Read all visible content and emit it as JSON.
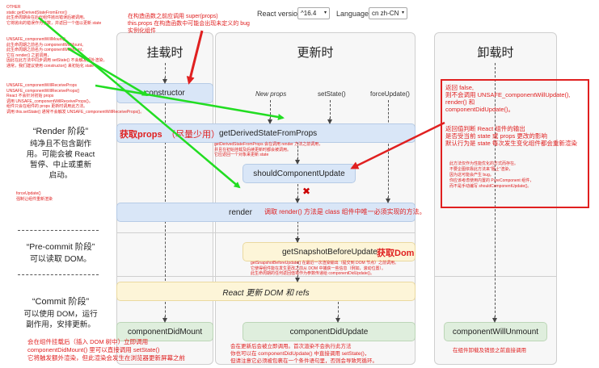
{
  "toolbar": {
    "version_label": "React version",
    "version_value": "^16.4",
    "language_label": "Language",
    "language_value": "cn zh-CN"
  },
  "columns": {
    "mount": "挂载时",
    "update": "更新时",
    "unmount": "卸载时"
  },
  "triggers": {
    "new_props": "New props",
    "set_state": "setState()",
    "force_update": "forceUpdate()"
  },
  "nodes": {
    "constructor": "constructor",
    "get_derived": "getDerivedStateFromProps",
    "should_update": "shouldComponentUpdate",
    "render": "render",
    "get_snapshot": "getSnapshotBeforeUpdate",
    "update_dom": "React 更新 DOM 和 refs",
    "did_mount": "componentDidMount",
    "did_update": "componentDidUpdate",
    "will_unmount": "componentWillUnmount"
  },
  "phases": {
    "render_title": "“Render 阶段”",
    "render_desc": "纯净且不包含副作\n用。可能会被 React\n暂停、中止或重新\n启动。",
    "precommit_title": "“Pre-commit 阶段”",
    "precommit_desc": "可以读取 DOM。",
    "commit_title": "“Commit 阶段”",
    "commit_desc": "可以使用 DOM，运行\n副作用，安排更新。"
  },
  "annotations": {
    "other": "OTHER\nstatic getDerivedStateFromError()\n此生命周期会在后代组件抛出错误后被调用。\n它将抛出的错误作为参数，并返回一个值以更新 state",
    "will_mount": "UNSAFE_componentWillMount()\n此生命周期之前名为 componentWillMount。\n此生命周期之前名为 componentWillMount，\n它在 render() 之前调用，\n因此在此方法中同步调用 setState() 不会触发额外渲染。\n通常，我们建议使用 constructor() 来初始化 state",
    "will_receive": "UNSAFE_componentWillReceiveProps\nUNSAFE_componentWillReceiveProps()\nReact 不会针对初始 props\n调用 UNSAFE_componentWillReceiveProps()。\n组件只会在组件的 props 更新时调用此方法。\n调用 this.setState() 通常不会触发 UNSAFE_componentWillReceiveProps()。",
    "super_props": "在构造函数之前应调用 super(props)\nthis.props 在构造函数中可能会出现未定义的 bug\n实例化组件",
    "get_props_main": "获取props",
    "get_props_hint": "（尽量少用）",
    "get_derived_desc": "getDerivedStateFromProps 会在调用 render 方法之前调用，\n并且在初始挂载及后续更新时都会被调用。\n它应返回一个对象来更新 state",
    "force_update": "forceUpdate()\n强制让组件重新渲染",
    "render_note": "调取 render() 方法是 class 组件中唯一必须实现的方法。",
    "get_dom": "获取Dom",
    "snapshot_desc": "getSnapshotBeforeUpdate() 在最近一次渲染输出（提交到 DOM 节点）之前调用。\n它使得组件能在发生更改之前从 DOM 中捕获一些信息（例如，滚动位置）。\n此生命周期的任何返回值将作为参数传递给 componentDidUpdate()。",
    "should_box": "返回 false,\n则不会调用 UNSAFE_componentWillUpdate(),\nrender() 和\ncomponentDidUpdate()。",
    "should_box2": "返回值判断 React 组件的输出\n是否受当前 state 或 props 更改的影响\n默认行为是 state 每次发生变化组件都会重新渲染",
    "should_small": "此方法仅作为性能优化的方式而存在。\n不要企图依靠此方法来“阻止”渲染，\n因为这可能会产生 bug。\n你应该考虑使用内置的 PureComponent 组件，\n而不是手动编写 shouldComponentUpdate()。",
    "did_mount": "会在组件挂载后（插入 DOM 树中）立即调用\ncomponentDidMount() 里可以直接调用 setState()\n它将触发额外渲染，但此渲染会发生在浏览器更新屏幕之前",
    "did_update": "会在更新后会被立即调用。首次渲染不会执行此方法\n你也可以在 componentDidUpdate() 中直接调用 setState()，\n但请注意它必须被包裹在一个条件语句里，否则会导致死循环。",
    "will_unmount": "在组件卸载及销毁之前直接调用"
  }
}
